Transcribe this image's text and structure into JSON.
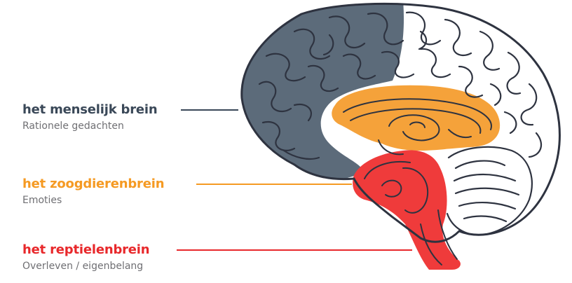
{
  "regions": [
    {
      "key": "neocortex",
      "title": "het menselijk brein",
      "subtitle": "Rationele gedachten",
      "color": "#3a4858"
    },
    {
      "key": "limbic",
      "title": "het zoogdierenbrein",
      "subtitle": "Emoties",
      "color": "#f59a23"
    },
    {
      "key": "reptilian",
      "title": "het reptielenbrein",
      "subtitle": "Overleven / eigenbelang",
      "color": "#e8282b"
    }
  ],
  "colors": {
    "outline": "#2e3340",
    "neocortex_fill": "#5c6b7a",
    "limbic_fill": "#f5a23a",
    "reptilian_fill": "#ef3b3b"
  }
}
